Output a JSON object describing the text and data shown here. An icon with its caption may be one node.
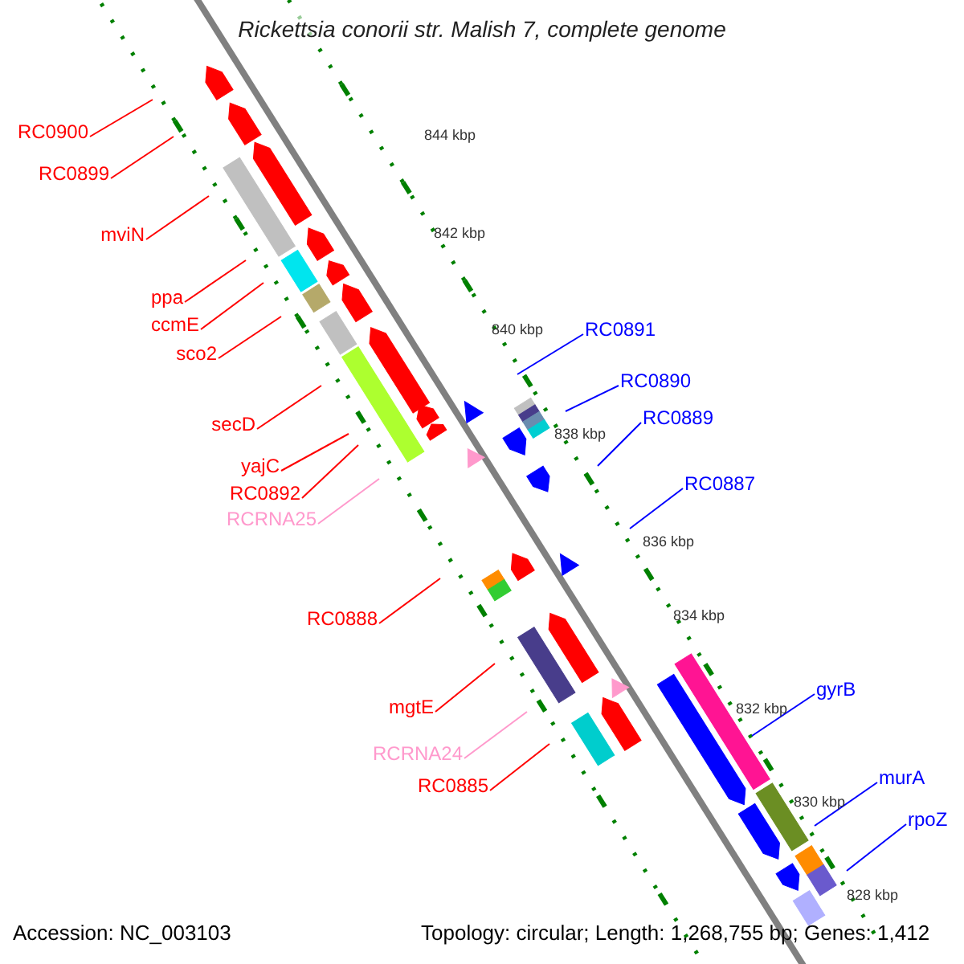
{
  "diagram": {
    "title": "Rickettsia conorii str. Malish 7, complete genome",
    "nodes": [
      {
        "text": [
          "RC0900"
        ]
      },
      {
        "text": [
          "RC0899"
        ]
      },
      {
        "text": [
          "mviN"
        ]
      },
      {
        "text": [
          "ppa"
        ]
      },
      {
        "text": [
          "ccmE"
        ]
      },
      {
        "text": [
          "sco2"
        ]
      },
      {
        "text": [
          "RC0891"
        ]
      },
      {
        "text": [
          "RC0890"
        ]
      },
      {
        "text": [
          "secD"
        ]
      },
      {
        "text": [
          "RC0889"
        ]
      },
      {
        "text": [
          "yajC"
        ]
      },
      {
        "text": [
          "RC0892"
        ]
      },
      {
        "text": [
          "RCRNA25"
        ]
      },
      {
        "text": [
          "RC0887"
        ]
      },
      {
        "text": [
          "RC0888"
        ]
      },
      {
        "text": [
          "gyrB"
        ]
      },
      {
        "text": [
          "mgtE"
        ]
      },
      {
        "text": [
          "RCRNA24"
        ]
      },
      {
        "text": [
          "RC0885"
        ]
      },
      {
        "text": [
          "murA"
        ]
      },
      {
        "text": [
          "rpoZ"
        ]
      }
    ],
    "edges": [
      {
        "from": 0,
        "to": null,
        "arrow": "none"
      },
      {
        "from": 1,
        "to": null,
        "arrow": "none"
      },
      {
        "from": 2,
        "to": null,
        "arrow": "none"
      },
      {
        "from": 3,
        "to": null,
        "arrow": "none"
      },
      {
        "from": 4,
        "to": null,
        "arrow": "none"
      },
      {
        "from": 5,
        "to": null,
        "arrow": "none"
      },
      {
        "from": 6,
        "to": null,
        "arrow": "none",
        "color": "#0000ff"
      },
      {
        "from": 7,
        "to": null,
        "arrow": "none",
        "color": "#0000ff"
      },
      {
        "from": 8,
        "to": null,
        "arrow": "none"
      },
      {
        "from": 9,
        "to": null,
        "arrow": "none",
        "color": "#0000ff"
      },
      {
        "from": 10,
        "to": null,
        "arrow": "none"
      },
      {
        "from": 11,
        "to": null,
        "arrow": "none"
      },
      {
        "from": 12,
        "to": null,
        "arrow": "none",
        "color": "#ff99cc"
      },
      {
        "from": 13,
        "to": null,
        "arrow": "none",
        "color": "#0000ff"
      },
      {
        "from": 14,
        "to": null,
        "arrow": "none"
      },
      {
        "from": 15,
        "to": null,
        "arrow": "none",
        "color": "#0000ff"
      },
      {
        "from": 16,
        "to": null,
        "arrow": "none"
      },
      {
        "from": 17,
        "to": null,
        "arrow": "none",
        "color": "#ff99cc"
      },
      {
        "from": 18,
        "to": null,
        "arrow": "none"
      },
      {
        "from": 19,
        "to": null,
        "arrow": "none",
        "color": "#0000ff"
      },
      {
        "from": 20,
        "to": null,
        "arrow": "none",
        "color": "#0000ff"
      }
    ],
    "labels": [
      "844 kbp",
      "842 kbp",
      "840 kbp",
      "838 kbp",
      "836 kbp",
      "834 kbp",
      "832 kbp",
      "830 kbp",
      "828 kbp",
      "Accession: NC_003103",
      "Topology: circular; Length: 1,268,755 bp; Genes: 1,412"
    ]
  }
}
